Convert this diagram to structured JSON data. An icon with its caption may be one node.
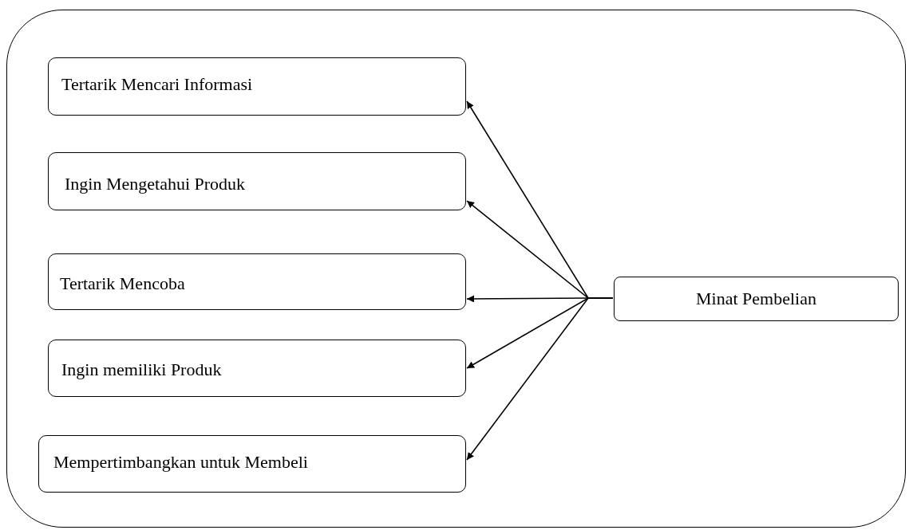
{
  "diagram": {
    "nodes": [
      {
        "text": [],
        "shape": "box"
      },
      {
        "text": [
          "Tertarik Mencari Informasi"
        ],
        "in": 0
      },
      {
        "text": [
          "Ingin Mengetahui Produk"
        ],
        "in": 0
      },
      {
        "text": [
          "Tertarik Mencoba"
        ],
        "in": 0
      },
      {
        "text": [
          "Ingin memiliki Produk"
        ],
        "in": 0
      },
      {
        "text": [
          "Mempertimbangkan untuk Membeli"
        ],
        "in": 0
      },
      {
        "text": [
          "Minat Pembelian"
        ],
        "in": 0
      }
    ],
    "edges": [
      {
        "from": 6,
        "to": 1,
        "arrow": "to"
      },
      {
        "from": 6,
        "to": 2,
        "arrow": "to"
      },
      {
        "from": 6,
        "to": 3,
        "arrow": "to"
      },
      {
        "from": 6,
        "to": 4,
        "arrow": "to"
      },
      {
        "from": 6,
        "to": 5,
        "arrow": "to"
      }
    ]
  }
}
